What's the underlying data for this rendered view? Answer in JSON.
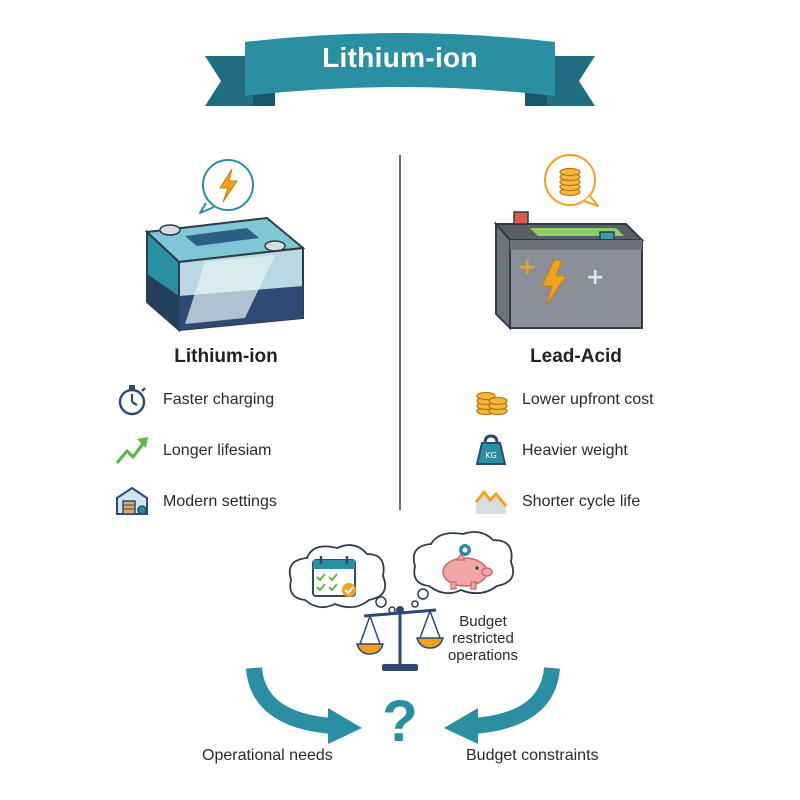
{
  "banner": {
    "title": "Lithium-ion"
  },
  "left": {
    "heading": "Lithium-ion",
    "features": [
      {
        "icon": "stopwatch-icon",
        "label": "Faster charging"
      },
      {
        "icon": "rising-trend-icon",
        "label": "Longer lifesiam"
      },
      {
        "icon": "warehouse-gear-icon",
        "label": "Modern settings"
      }
    ]
  },
  "right": {
    "heading": "Lead-Acid",
    "features": [
      {
        "icon": "coin-stack-icon",
        "label": "Lower upfront cost"
      },
      {
        "icon": "kettlebell-weight-icon",
        "label": "Heavier weight"
      },
      {
        "icon": "declining-graph-icon",
        "label": "Shorter cycle life"
      }
    ]
  },
  "decision": {
    "scale_caption": "Budget restricted operations",
    "question_mark": "?",
    "left_label": "Operational needs",
    "right_label": "Budget constraints",
    "weight_label": "KG"
  },
  "colors": {
    "teal": "#2a8fa3",
    "teal_dark": "#1f6f80",
    "orange": "#f0a21f",
    "navy": "#2c4a73",
    "gray_battery": "#8a8f99",
    "green": "#5fb84a"
  }
}
